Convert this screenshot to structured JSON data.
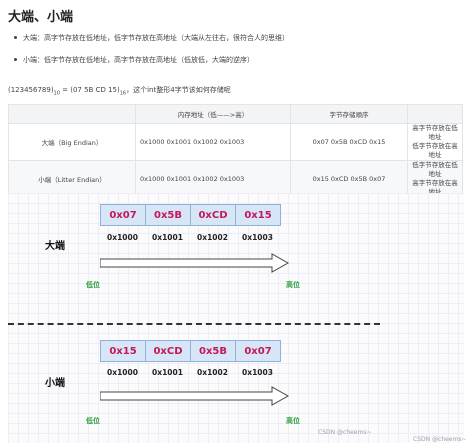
{
  "title": "大端、小端",
  "bullets": [
    "大端：高字节存放在低地址，低字节存放在高地址（大端从左往右，很符合人的思维）",
    "小端：低字节存放在低地址，高字节存放在高地址（低放低，大端的逆序）"
  ],
  "expr": {
    "lhs": "(123456789)",
    "lhs_sub": "10",
    "rhs": " = (07 5B CD 15)",
    "rhs_sub": "16",
    "tail": "，这个int整形4字节该如何存储呢"
  },
  "table": {
    "headers": [
      "",
      "内存地址（低——>高）",
      "字节存储顺序",
      ""
    ],
    "rows": [
      {
        "name": "大端（Big Endian）",
        "addrs": "0x1000 0x1001 0x1002 0x1003",
        "bytes": "0x07 0x5B 0xCD 0x15",
        "note": [
          "高字节存放在低地址",
          "低字节存放在高地址"
        ]
      },
      {
        "name": "小端（Litter Endian）",
        "addrs": "0x1000 0x1001 0x1002 0x1003",
        "bytes": "0x15 0xCD 0x5B 0x07",
        "note": [
          "低字节存放在低地址",
          "高字节存放在高地址"
        ]
      }
    ]
  },
  "diagram": {
    "big": {
      "label": "大端",
      "bytes": [
        "0x07",
        "0x5B",
        "0xCD",
        "0x15"
      ],
      "addrs": [
        "0x1000",
        "0x1001",
        "0x1002",
        "0x1003"
      ],
      "low": "低位",
      "high": "高位"
    },
    "little": {
      "label": "小端",
      "bytes": [
        "0x15",
        "0xCD",
        "0x5B",
        "0x07"
      ],
      "addrs": [
        "0x1000",
        "0x1001",
        "0x1002",
        "0x1003"
      ],
      "low": "低位",
      "high": "高位"
    },
    "watermark_inner": "CSDN @cheems~",
    "watermark_outer": "CSDN @cheems~"
  }
}
